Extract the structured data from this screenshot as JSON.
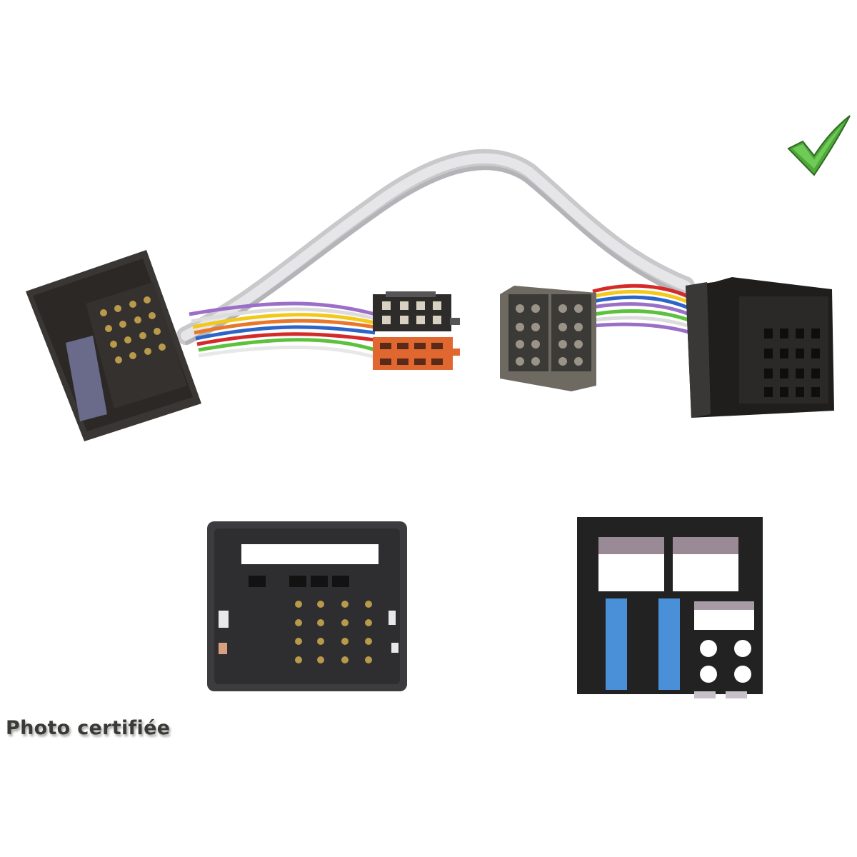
{
  "image": {
    "subject": "car radio wiring harness adapter (Quadlock to ISO)",
    "caption": "Photo certifiée",
    "badge": "green-checkmark",
    "colors": {
      "background": "#ffffff",
      "connector_black": "#2a2a2a",
      "connector_gray": "#6e6a62",
      "iso_orange": "#e0672f",
      "blue_insert": "#4a90d9",
      "check_green": "#5cbf3f"
    },
    "components": [
      {
        "name": "quadlock-plug-left",
        "description": "black quadlock connector with gold pins"
      },
      {
        "name": "iso-connector-black-orange",
        "description": "black and orange ISO plugs"
      },
      {
        "name": "iso-connector-gray",
        "description": "gray ISO socket"
      },
      {
        "name": "quadlock-socket-right",
        "description": "black quadlock socket"
      },
      {
        "name": "detail-connector-front",
        "description": "16-pin connector face view"
      },
      {
        "name": "detail-connector-rear",
        "description": "quadlock housing with blue inserts"
      }
    ],
    "wire_colors": [
      "#9b6fc7",
      "#e8e8e8",
      "#f2c81a",
      "#e8772a",
      "#2c64c8",
      "#d42a2a",
      "#5cc13c",
      "#a0a0a0"
    ]
  }
}
